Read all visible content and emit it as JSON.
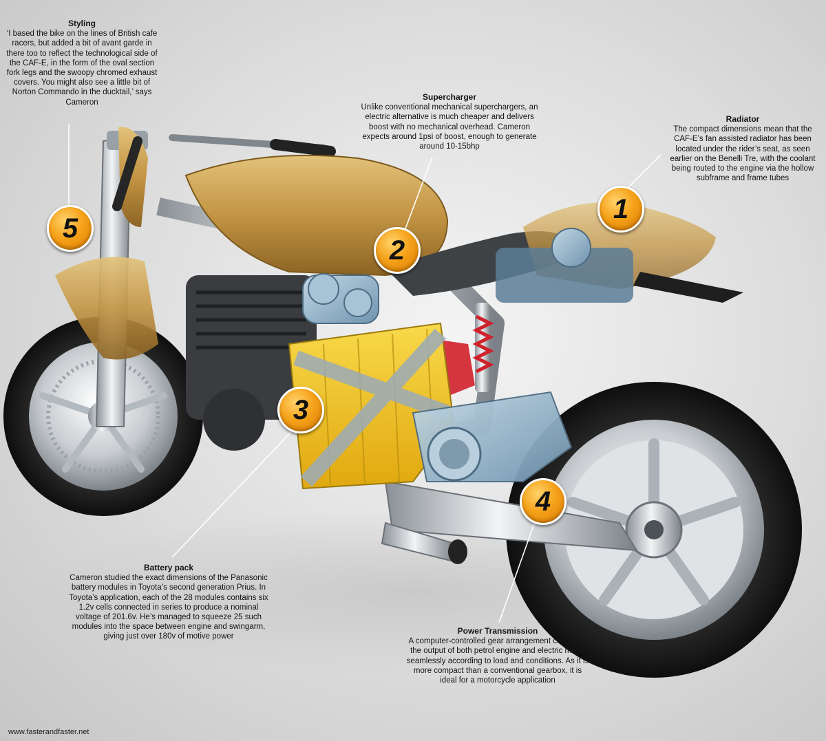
{
  "callouts": {
    "styling": {
      "title": "Styling",
      "body": "‘I based the bike on the lines of British cafe racers, but added a bit of avant garde in there too to reflect the technological side of the CAF-E, in the form of the oval section fork legs and the swoopy chromed exhaust covers. You might also see a little bit of Norton Commando in the ducktail,’ says Cameron"
    },
    "supercharger": {
      "title": "Supercharger",
      "body": "Unlike conventional mechanical superchargers, an electric alternative is much cheaper and delivers boost with no mechanical overhead. Cameron expects around 1psi of boost, enough to generate around 10-15bhp"
    },
    "radiator": {
      "title": "Radiator",
      "body": "The compact dimensions mean that the CAF-E’s fan assisted radiator has been located under the rider’s seat, as seen earlier on the Benelli Tre, with the coolant being routed to the engine via the hollow subframe and frame tubes"
    },
    "battery": {
      "title": "Battery pack",
      "body": "Cameron studied the exact dimensions of the Panasonic battery modules in Toyota’s second generation Prius. In Toyota’s application, each of the 28 modules contains six 1.2v cells connected in series to produce a nominal voltage of 201.6v. He’s managed to squeeze 25 such modules into the space between engine and swingarm, giving just over 180v of motive power"
    },
    "power": {
      "title": "Power Transmission",
      "body": "A computer-controlled gear arrangement combines the output of both petrol engine and electric motor seamlessly according to load and conditions. As it is more compact than a conventional gearbox, it is ideal for a motorcycle application"
    }
  },
  "badges": {
    "radiator": "1",
    "supercharger": "2",
    "battery": "3",
    "power": "4",
    "styling": "5"
  },
  "credit": "www.fasterandfaster.net",
  "colors": {
    "badge_orange": "#f6a21a",
    "bodywork_gold": "#c9a14e",
    "battery_yellow": "#f2c81e",
    "component_blue": "#8fb3cc",
    "frame_red": "#d0202a"
  }
}
